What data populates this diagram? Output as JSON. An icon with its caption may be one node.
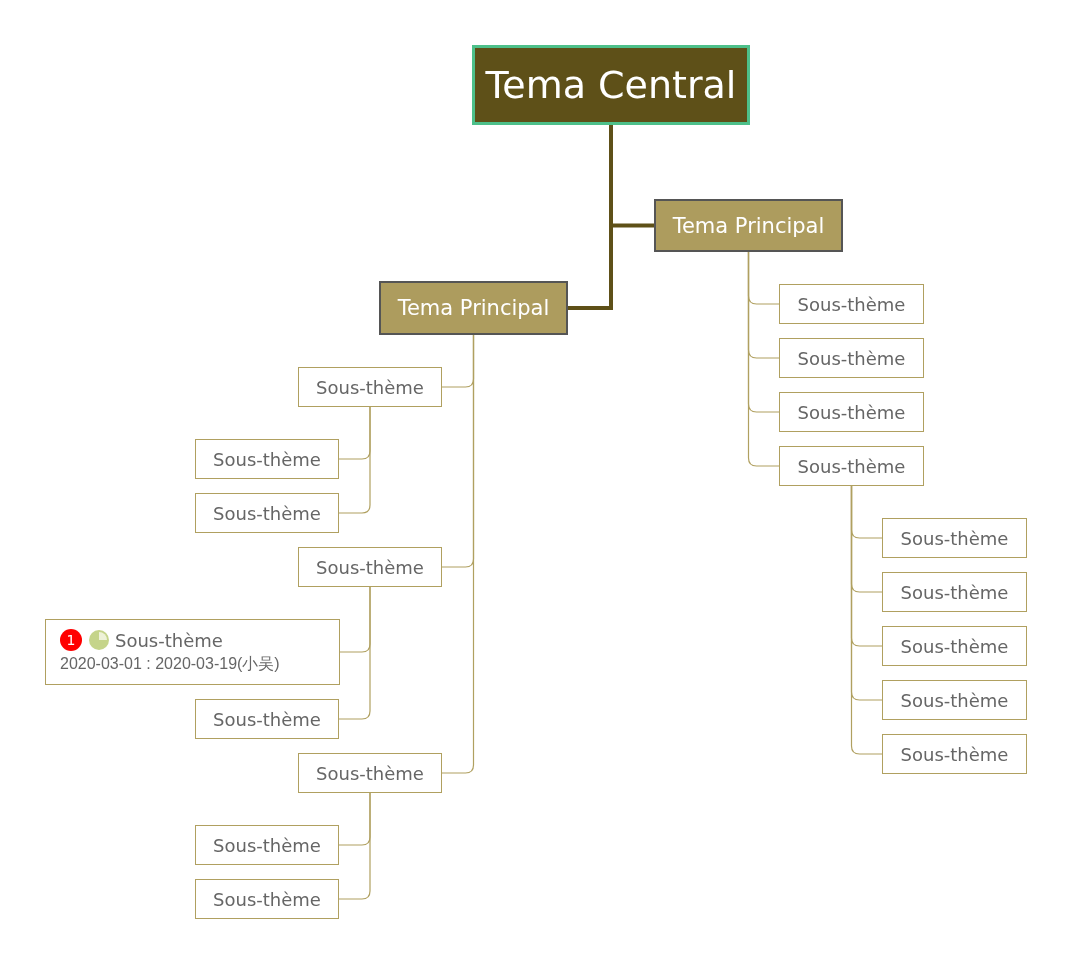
{
  "diagram": {
    "nodes": [
      {
        "text": [
          "Tema Central"
        ]
      },
      {
        "text": [
          "Tema Principal"
        ]
      },
      {
        "text": [
          "Tema Principal"
        ]
      },
      {
        "text": [
          "Sous-thème"
        ]
      },
      {
        "text": [
          "Sous-thème"
        ]
      },
      {
        "text": [
          "Sous-thème"
        ]
      },
      {
        "text": [
          "Sous-thème"
        ]
      },
      {
        "text": [
          "Sous-thème"
        ]
      },
      {
        "text": [
          "Sous-thème"
        ]
      },
      {
        "text": [
          "Sous-thème"
        ]
      },
      {
        "text": [
          "Sous-thème"
        ]
      },
      {
        "text": [
          "Sous-thème"
        ]
      },
      {
        "text": [
          "Sous-thème"
        ]
      },
      {
        "text": [
          "Sous-thème"
        ]
      },
      {
        "text": [
          "Sous-thème"
        ]
      },
      {
        "text": [
          "Sous-thème"
        ]
      },
      {
        "text": [
          "1",
          "Sous-thème",
          "2020-03-01 : 2020-03-19(小吴)"
        ]
      },
      {
        "text": [
          "Sous-thème"
        ]
      },
      {
        "text": [
          "Sous-thème"
        ]
      },
      {
        "text": [
          "Sous-thème"
        ]
      },
      {
        "text": [
          "Sous-thème"
        ]
      }
    ],
    "edges": [
      {
        "from": 0,
        "to": 1,
        "arrow": "none",
        "style": "thick",
        "color": "#5e5018"
      },
      {
        "from": 0,
        "to": 2,
        "arrow": "none",
        "style": "thick",
        "color": "#5e5018"
      },
      {
        "from": 1,
        "to": 3,
        "arrow": "none"
      },
      {
        "from": 1,
        "to": 4,
        "arrow": "none"
      },
      {
        "from": 1,
        "to": 5,
        "arrow": "none"
      },
      {
        "from": 1,
        "to": 6,
        "arrow": "none"
      },
      {
        "from": 6,
        "to": 7,
        "arrow": "none"
      },
      {
        "from": 6,
        "to": 8,
        "arrow": "none"
      },
      {
        "from": 6,
        "to": 9,
        "arrow": "none"
      },
      {
        "from": 6,
        "to": 10,
        "arrow": "none"
      },
      {
        "from": 6,
        "to": 11,
        "arrow": "none"
      },
      {
        "from": 2,
        "to": 12,
        "arrow": "none"
      },
      {
        "from": 2,
        "to": 15,
        "arrow": "none"
      },
      {
        "from": 2,
        "to": 18,
        "arrow": "none"
      },
      {
        "from": 12,
        "to": 13,
        "arrow": "none"
      },
      {
        "from": 12,
        "to": 14,
        "arrow": "none"
      },
      {
        "from": 15,
        "to": 16,
        "arrow": "none"
      },
      {
        "from": 15,
        "to": 17,
        "arrow": "none"
      },
      {
        "from": 18,
        "to": 19,
        "arrow": "none"
      },
      {
        "from": 18,
        "to": 20,
        "arrow": "none"
      }
    ]
  }
}
